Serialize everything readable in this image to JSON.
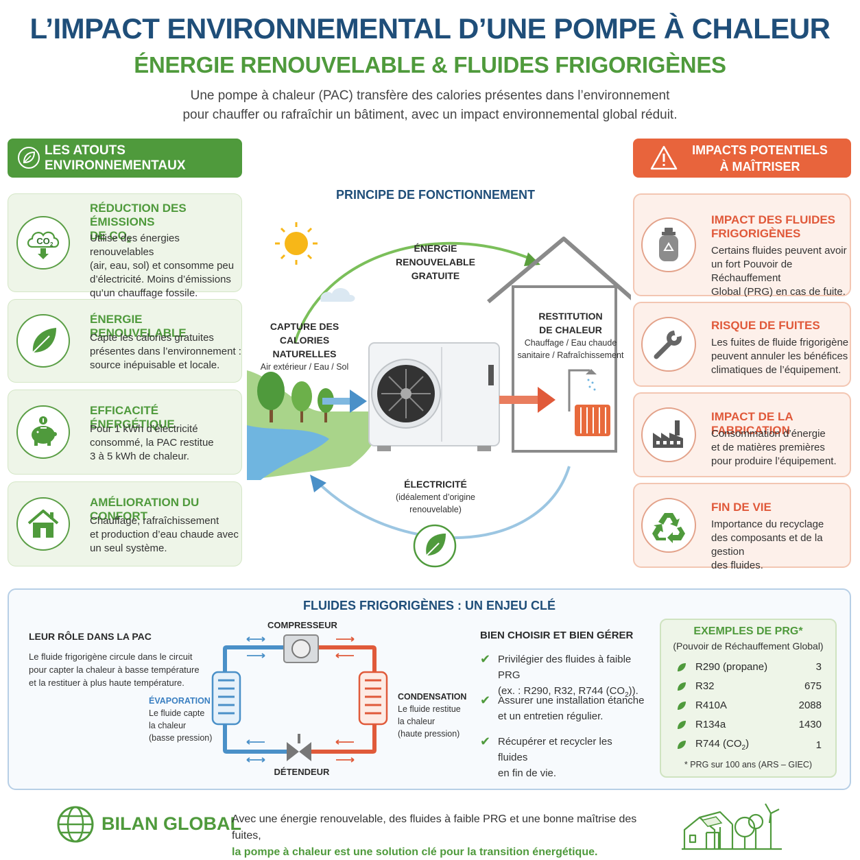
{
  "header": {
    "title": "L’IMPACT ENVIRONNEMENTAL D’UNE POMPE À CHALEUR",
    "subtitle": "ÉNERGIE RENOUVELABLE & FLUIDES FRIGORIGÈNES",
    "intro_line1": "Une pompe à chaleur (PAC) transfère des calories présentes dans l’environnement",
    "intro_line2": "pour chauffer ou rafraîchir un bâtiment, avec un impact environnemental global réduit."
  },
  "left": {
    "header": "LES ATOUTS ENVIRONNEMENTAUX",
    "cards": [
      {
        "title1": "RÉDUCTION DES ÉMISSIONS",
        "title2": "DE CO",
        "sub": "2",
        "lines": [
          "Utilise des énergies renouvelables",
          "(air, eau, sol) et consomme peu",
          "d’électricité. Moins d’émissions",
          "qu’un chauffage fossile."
        ],
        "icon_text": "CO",
        "icon_sub": "2"
      },
      {
        "title1": "ÉNERGIE RENOUVELABLE",
        "lines": [
          "Capte les calories gratuites",
          "présentes dans l’environnement :",
          "source inépuisable et locale."
        ]
      },
      {
        "title1": "EFFICACITÉ ÉNERGÉTIQUE",
        "lines": [
          "Pour 1 kWh d’électricité",
          "consommé, la PAC restitue",
          "3 à 5 kWh de chaleur."
        ]
      },
      {
        "title1": "AMÉLIORATION DU CONFORT",
        "lines": [
          "Chauffage, rafraîchissement",
          "et production d’eau chaude avec",
          "un seul système."
        ]
      }
    ]
  },
  "right": {
    "header_line1": "IMPACTS POTENTIELS",
    "header_line2": "À MAÎTRISER",
    "cards": [
      {
        "title1": "IMPACT DES FLUIDES",
        "title2": "FRIGORIGÈNES",
        "lines": [
          "Certains fluides peuvent avoir",
          "un fort Pouvoir de Réchauffement",
          "Global (PRG) en cas de fuite."
        ]
      },
      {
        "title1": "RISQUE DE FUITES",
        "lines": [
          "Les fuites de fluide frigorigène",
          "peuvent annuler les bénéfices",
          "climatiques de l’équipement."
        ]
      },
      {
        "title1": "IMPACT DE LA FABRICATION",
        "lines": [
          "Consommation d’énergie",
          "et de matières premières",
          "pour produire l’équipement."
        ]
      },
      {
        "title1": "FIN DE VIE",
        "lines": [
          "Importance du recyclage",
          "des composants et de la gestion",
          "des fluides."
        ]
      }
    ]
  },
  "principle": {
    "title": "PRINCIPE DE FONCTIONNEMENT",
    "renewable_line1": "ÉNERGIE RENOUVELABLE",
    "renewable_line2": "GRATUITE",
    "capture_line1": "CAPTURE DES",
    "capture_line2": "CALORIES NATURELLES",
    "capture_sub": "Air extérieur / Eau / Sol",
    "restitution_line1": "RESTITUTION",
    "restitution_line2": "DE CHALEUR",
    "restitution_sub1": "Chauffage / Eau chaude",
    "restitution_sub2": "sanitaire / Rafraîchissement",
    "electricity_title": "ÉLECTRICITÉ",
    "electricity_sub1": "(idéalement d’origine",
    "electricity_sub2": "renouvelable)"
  },
  "fluids": {
    "title": "FLUIDES FRIGORIGÈNES : UN ENJEU CLÉ",
    "role_title": "LEUR RÔLE DANS LA PAC",
    "role_lines": [
      "Le fluide frigorigène circule dans le circuit",
      "pour capter la chaleur à basse température",
      "et la restituer à plus haute température."
    ],
    "compressor": "COMPRESSEUR",
    "detendeur": "DÉTENDEUR",
    "evap_title": "ÉVAPORATION",
    "evap_lines": [
      "Le fluide capte",
      "la chaleur",
      "(basse pression)"
    ],
    "cond_title": "CONDENSATION",
    "cond_lines": [
      "Le fluide restitue",
      "la chaleur",
      "(haute pression)"
    ],
    "choose_title": "BIEN CHOISIR ET BIEN GÉRER",
    "checks": [
      {
        "line1": "Privilégier des fluides à faible PRG",
        "line2": "(ex. : R290, R32, R744 (CO",
        "sub": "2",
        "tail": "))."
      },
      {
        "line1": "Assurer une installation étanche",
        "line2": "et un entretien régulier."
      },
      {
        "line1": "Récupérer et recycler les fluides",
        "line2": "en fin de vie."
      }
    ],
    "prg_title": "EXEMPLES DE PRG*",
    "prg_sub": "(Pouvoir de Réchauffement Global)",
    "prg_rows": [
      {
        "name": "R290 (propane)",
        "value": "3"
      },
      {
        "name": "R32",
        "value": "675"
      },
      {
        "name": "R410A",
        "value": "2088"
      },
      {
        "name": "R134a",
        "value": "1430"
      },
      {
        "name": "R744 (CO",
        "sub": "2",
        "tail": ")",
        "value": "1"
      }
    ],
    "prg_note": "* PRG sur 100 ans (ARS – GIEC)"
  },
  "footer": {
    "title": "BILAN GLOBAL",
    "line1": "Avec une énergie renouvelable, des fluides à faible PRG et une bonne maîtrise des fuites,",
    "line2": "la pompe à chaleur est une solution clé pour la transition énergétique."
  },
  "colors": {
    "navy": "#1f4e79",
    "green": "#4f9a3c",
    "orange": "#e8643c",
    "blue_flow": "#4a90c8",
    "red_flow": "#e05a3a"
  }
}
